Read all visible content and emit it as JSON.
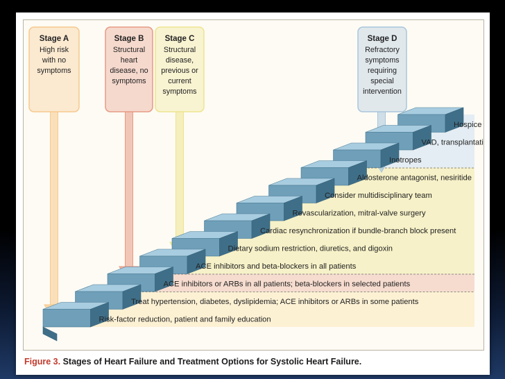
{
  "stages": [
    {
      "id": "A",
      "title": "Stage A",
      "lines": [
        "High risk",
        "with no",
        "symptoms"
      ],
      "color": "#f7c98d"
    },
    {
      "id": "B",
      "title": "Stage B",
      "lines": [
        "Structural",
        "heart",
        "disease, no",
        "symptoms"
      ],
      "color": "#e79a83"
    },
    {
      "id": "C",
      "title": "Stage C",
      "lines": [
        "Structural",
        "disease,",
        "previous or",
        "current",
        "symptoms"
      ],
      "color": "#eee48f"
    },
    {
      "id": "D",
      "title": "Stage D",
      "lines": [
        "Refractory",
        "symptoms",
        "requiring",
        "special",
        "intervention"
      ],
      "color": "#a9c6dc"
    }
  ],
  "steps": [
    "Risk-factor reduction, patient and family education",
    "Treat hypertension, diabetes, dyslipidemia; ACE inhibitors or ARBs in some patients",
    "ACE inhibitors or ARBs in all patients; beta-blockers in selected patients",
    "ACE inhibitors and beta-blockers in all patients",
    "Dietary sodium restriction, diuretics, and digoxin",
    "Cardiac resynchronization if bundle-branch block present",
    "Revascularization, mitral-valve surgery",
    "Consider multidisciplinary team",
    "Aldosterone antagonist, nesiritide",
    "Inotropes",
    "VAD, transplantation",
    "Hospice"
  ],
  "caption": {
    "label": "Figure 3.",
    "text": "Stages of Heart Failure and Treatment Options for Systolic Heart Failure."
  },
  "colors": {
    "step_front": "#6f9fb9",
    "step_top": "#a9cde0",
    "step_side": "#3f6f88",
    "band_stage_a": "#fdf1d4",
    "band_stage_b": "#f6dccf",
    "band_stage_c": "#f6f1c8",
    "band_stage_d": "#e4edf3"
  }
}
